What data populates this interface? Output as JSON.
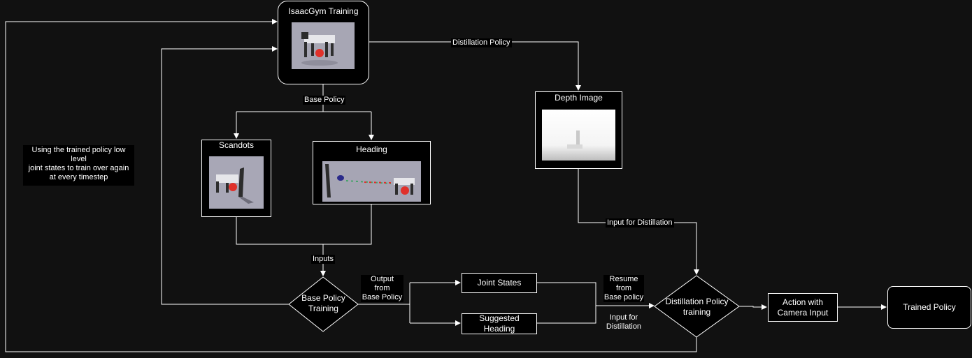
{
  "nodes": {
    "isaacgym": {
      "title": "IsaacGym Training"
    },
    "scandots": {
      "title": "Scandots"
    },
    "heading": {
      "title": "Heading"
    },
    "depth": {
      "title": "Depth Image"
    },
    "base_policy_training": {
      "label": "Base Policy\nTraining"
    },
    "joint_states": {
      "label": "Joint States"
    },
    "suggested_heading": {
      "label": "Suggested\nHeading"
    },
    "distillation_training": {
      "label": "Distillation Policy\ntraining"
    },
    "action_camera": {
      "label": "Action with\nCamera Input"
    },
    "trained_policy": {
      "label": "Trained Policy"
    }
  },
  "edges": {
    "distillation_policy": "Distillation Policy",
    "base_policy": "Base Policy",
    "inputs": "Inputs",
    "input_for_distillation": "Input for Distillation",
    "output_from_base": "Output\nfrom\nBase Policy",
    "resume_from_base": "Resume\nfrom\nBase policy",
    "input_for_distillation_2": "Input  for\nDistillation"
  },
  "note": {
    "text": "Using the trained policy low level\njoint states to train over again\nat every timestep"
  },
  "colors": {
    "background": "#111111",
    "line": "#ffffff",
    "node_fill": "#000000",
    "robot_marker": "#e0312b"
  }
}
